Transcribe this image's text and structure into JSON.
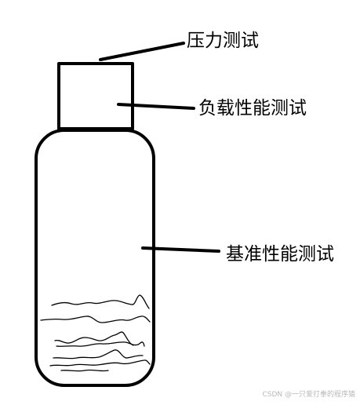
{
  "labels": {
    "pressure_test": "压力测试",
    "load_performance_test": "负载性能测试",
    "baseline_performance_test": "基准性能测试"
  },
  "watermark": "CSDN @一只爱打拳的程序猿",
  "colors": {
    "ink": "#000000",
    "background": "#ffffff",
    "watermark": "#b9b9b9"
  }
}
